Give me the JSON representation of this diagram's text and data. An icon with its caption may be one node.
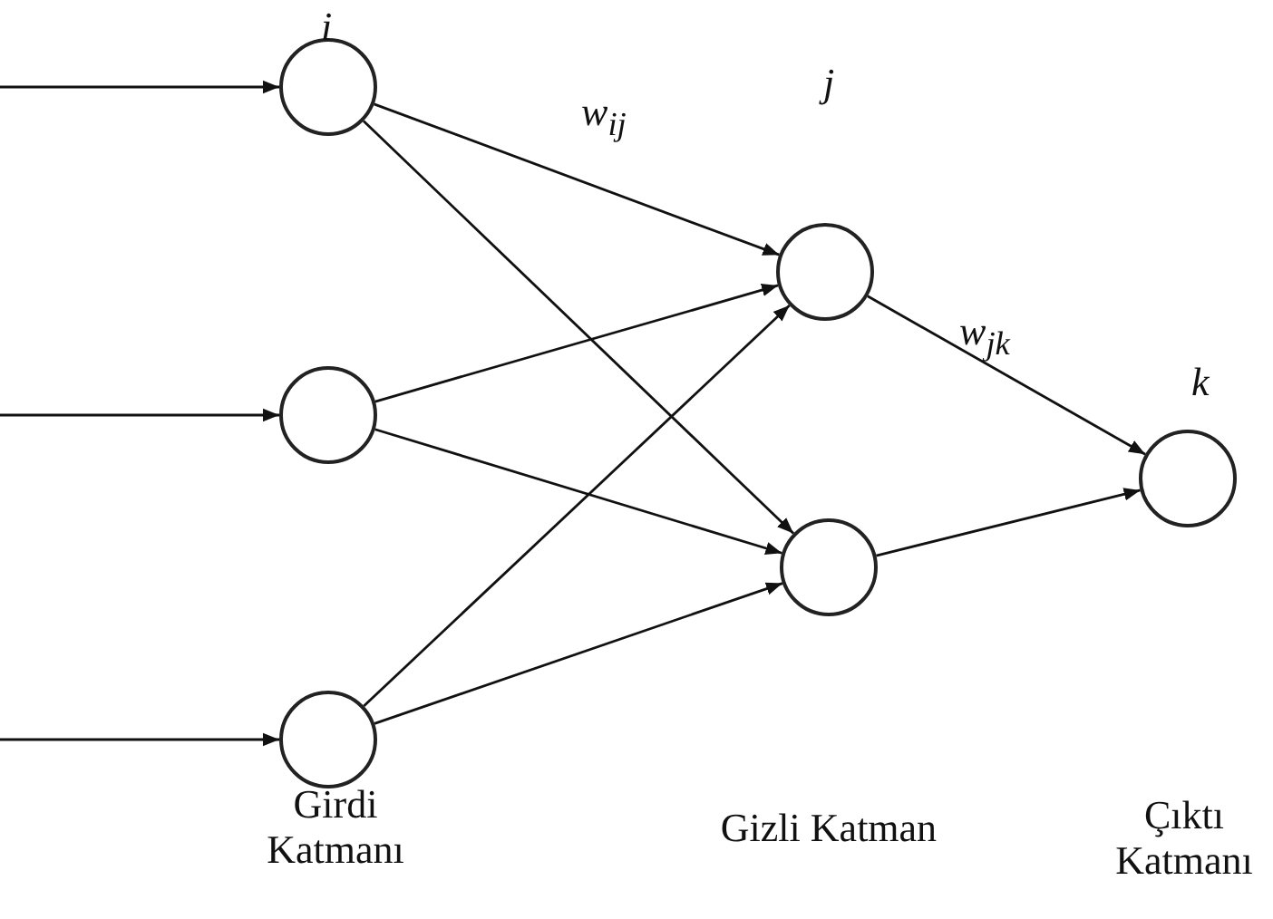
{
  "diagram": {
    "nodes": [
      {
        "text": [],
        "shape": "circle"
      },
      {
        "text": [],
        "shape": "circle"
      },
      {
        "text": [],
        "shape": "circle"
      },
      {
        "text": [],
        "shape": "circle"
      },
      {
        "text": [],
        "shape": "circle"
      },
      {
        "text": [],
        "shape": "circle"
      }
    ],
    "edges": [
      {
        "from": null,
        "to": 0,
        "arrow": "to"
      },
      {
        "from": null,
        "to": 1,
        "arrow": "to"
      },
      {
        "from": null,
        "to": 2,
        "arrow": "to"
      },
      {
        "from": 0,
        "to": 3,
        "arrow": "to"
      },
      {
        "from": 0,
        "to": 4,
        "arrow": "to"
      },
      {
        "from": 1,
        "to": 3,
        "arrow": "to"
      },
      {
        "from": 1,
        "to": 4,
        "arrow": "to"
      },
      {
        "from": 2,
        "to": 3,
        "arrow": "to"
      },
      {
        "from": 2,
        "to": 4,
        "arrow": "to"
      },
      {
        "from": 3,
        "to": 5,
        "arrow": "to"
      },
      {
        "from": 4,
        "to": 5,
        "arrow": "to"
      }
    ],
    "labels": [
      "i",
      "w$_{ij}$",
      "j",
      "w$_{jk}$",
      "k",
      "Girdi Katmanı",
      "Gizli Katman",
      "Çıktı Katmanı"
    ]
  }
}
